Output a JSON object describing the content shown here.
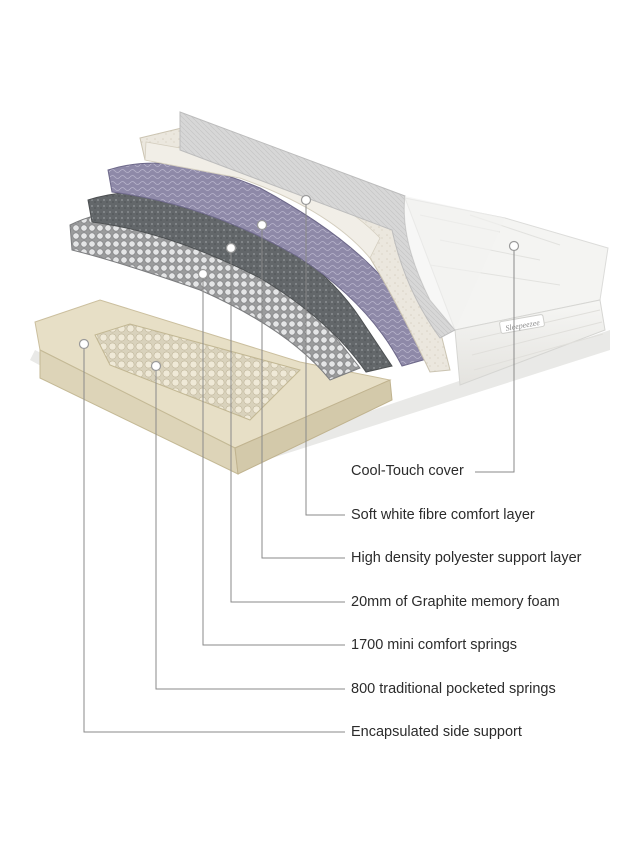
{
  "image": {
    "logo_text": "Sleepeezee"
  },
  "callouts": [
    {
      "id": "cover",
      "label": "Cool-Touch cover"
    },
    {
      "id": "fibre",
      "label": "Soft white fibre comfort layer"
    },
    {
      "id": "polyester",
      "label": "High density polyester support layer"
    },
    {
      "id": "graphite",
      "label": "20mm of Graphite memory foam"
    },
    {
      "id": "mini-springs",
      "label": "1700 mini comfort springs"
    },
    {
      "id": "pocket-springs",
      "label": "800 traditional pocketed springs"
    },
    {
      "id": "side-support",
      "label": "Encapsulated side support"
    }
  ],
  "colors": {
    "foam_cream": "#e9e1c9",
    "graphite": "#6a6e70",
    "polyester": "#8b86a6",
    "fibre": "#ece8df",
    "cover": "#f7f7f5",
    "leader": "#8a8a8a"
  }
}
